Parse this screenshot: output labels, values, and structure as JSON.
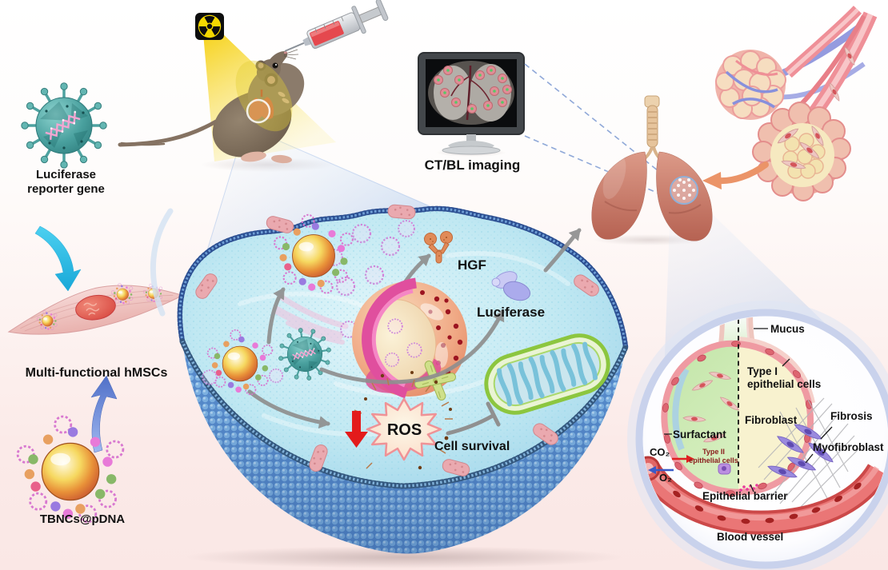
{
  "labels": {
    "virus": "Luciferase\nreporter gene",
    "hmsc": "Multi-functional hMSCs",
    "tbnc": "TBNCs@pDNA",
    "imaging": "CT/BL imaging",
    "hgf": "HGF",
    "luciferase": "Luciferase",
    "ros": "ROS",
    "cell_survival": "Cell survival"
  },
  "inset": {
    "mucus": "Mucus",
    "type1": "Type I\nepithelial cells",
    "fibroblast": "Fibroblast",
    "fibrosis": "Fibrosis",
    "myofibroblast": "Myofibroblast",
    "surfactant": "Surfactant",
    "co2": "CO₂",
    "o2": "O₂",
    "type2": "Type II\nepithelial cells",
    "epithelial_barrier": "Epithelial barrier",
    "blood_vessel": "Blood vessel"
  },
  "colors": {
    "membrane_blue": "#5a8fd0",
    "cytoplasm_blue": "#c0e8f2",
    "ros_red": "#e31b1b",
    "arrow_gray": "#8f8f8f",
    "radiation_yellow": "#f5d800",
    "lung_pink": "#d89080",
    "vessel_red": "#cc4949",
    "myofibroblast_purple": "#9a8ade",
    "healthy_green": "#c2e5a8",
    "fibrotic_cream": "#f8f2cf",
    "virus_teal": "#49a09e"
  }
}
